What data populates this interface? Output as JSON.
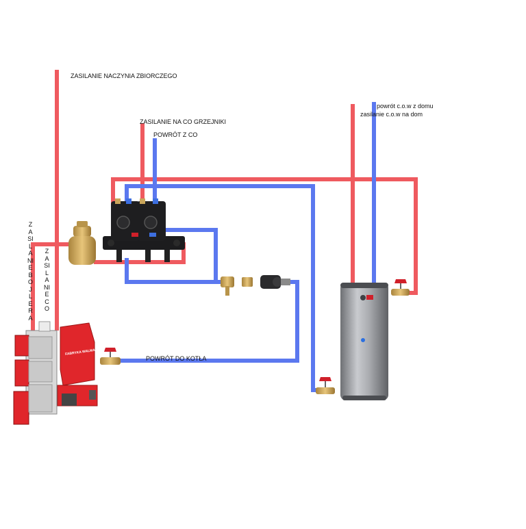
{
  "labels": {
    "expansion_supply": "ZASILANIE NACZYNIA ZBIORCZEGO",
    "co_supply": "ZASILANIE NA CO GRZEJNIKI",
    "co_return": "POWRÓT Z CO",
    "dhw_return": "powrót c.o.w z domu",
    "dhw_supply": "zasilanie c.o.w na dom",
    "boiler_return": "POWRÓT DO KOTŁA",
    "boiler_feed_vertical": "ZASILANIE BOJLERA",
    "co_feed_vertical": "ZASILANIE CO"
  },
  "boiler_brand": "FABRYKA WALMA",
  "colors": {
    "supply": "#ef5a5f",
    "return": "#5b78ef",
    "brass": "#c9a55a",
    "boiler_red": "#e0262b",
    "tank": "#9a9ca0",
    "valve_handle": "#d0202a"
  }
}
